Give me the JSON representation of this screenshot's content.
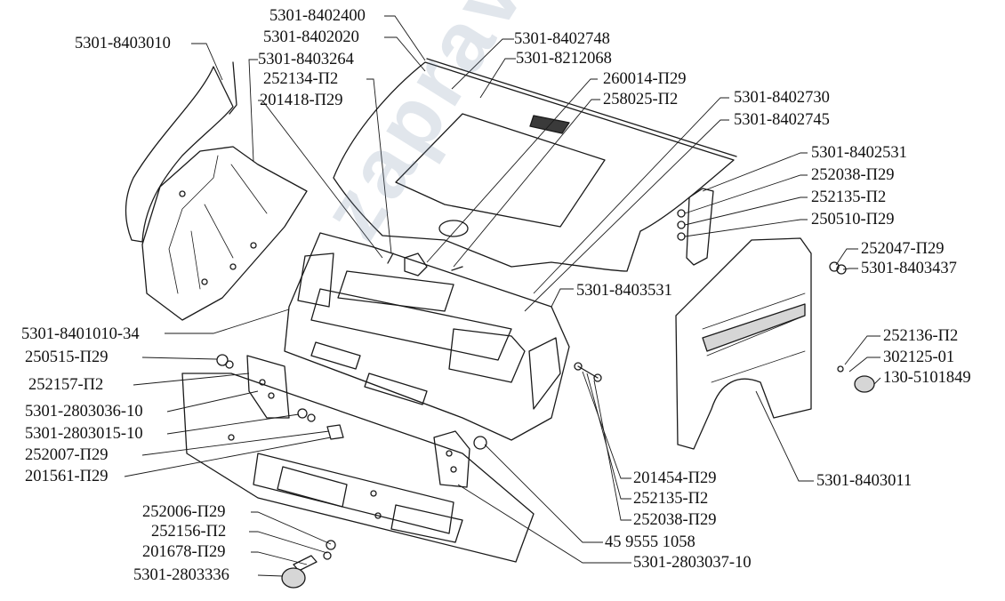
{
  "labels": [
    {
      "id": "l1",
      "text": "5301-8402400"
    },
    {
      "id": "l2",
      "text": "5301-8402020"
    },
    {
      "id": "l3",
      "text": "5301-8403010"
    },
    {
      "id": "l4",
      "text": "5301-8402748"
    },
    {
      "id": "l5",
      "text": "5301-8212068"
    },
    {
      "id": "l6",
      "text": "5301-8403264"
    },
    {
      "id": "l7",
      "text": "252134-П2"
    },
    {
      "id": "l8",
      "text": "201418-П29"
    },
    {
      "id": "l9",
      "text": "260014-П29"
    },
    {
      "id": "l10",
      "text": "258025-П2"
    },
    {
      "id": "l11",
      "text": "5301-8402730"
    },
    {
      "id": "l12",
      "text": "5301-8402745"
    },
    {
      "id": "l13",
      "text": "5301-8402531"
    },
    {
      "id": "l14",
      "text": "252038-П29"
    },
    {
      "id": "l15",
      "text": "252135-П2"
    },
    {
      "id": "l16",
      "text": "250510-П29"
    },
    {
      "id": "l17",
      "text": "252047-П29"
    },
    {
      "id": "l18",
      "text": "5301-8403437"
    },
    {
      "id": "l19",
      "text": "5301-8403531"
    },
    {
      "id": "l20",
      "text": "5301-8401010-34"
    },
    {
      "id": "l21",
      "text": "250515-П29"
    },
    {
      "id": "l22",
      "text": "252157-П2"
    },
    {
      "id": "l23",
      "text": "5301-2803036-10"
    },
    {
      "id": "l24",
      "text": "5301-2803015-10"
    },
    {
      "id": "l25",
      "text": "252007-П29"
    },
    {
      "id": "l26",
      "text": "201561-П29"
    },
    {
      "id": "l27",
      "text": "252136-П2"
    },
    {
      "id": "l28",
      "text": "302125-01"
    },
    {
      "id": "l29",
      "text": "130-5101849"
    },
    {
      "id": "l30",
      "text": "5301-8403011"
    },
    {
      "id": "l31",
      "text": "201454-П29"
    },
    {
      "id": "l32",
      "text": "252135-П2"
    },
    {
      "id": "l33",
      "text": "252038-П29"
    },
    {
      "id": "l34",
      "text": "45 9555 1058"
    },
    {
      "id": "l35",
      "text": "5301-2803037-10"
    },
    {
      "id": "l36",
      "text": "252006-П29"
    },
    {
      "id": "l37",
      "text": "252156-П2"
    },
    {
      "id": "l38",
      "text": "201678-П29"
    },
    {
      "id": "l39",
      "text": "5301-2803336"
    }
  ],
  "watermark": "zapravim.ru",
  "colors": {
    "line": "#1a1a1a",
    "shade": "#d6d6d6",
    "watermark": "#788caa"
  }
}
